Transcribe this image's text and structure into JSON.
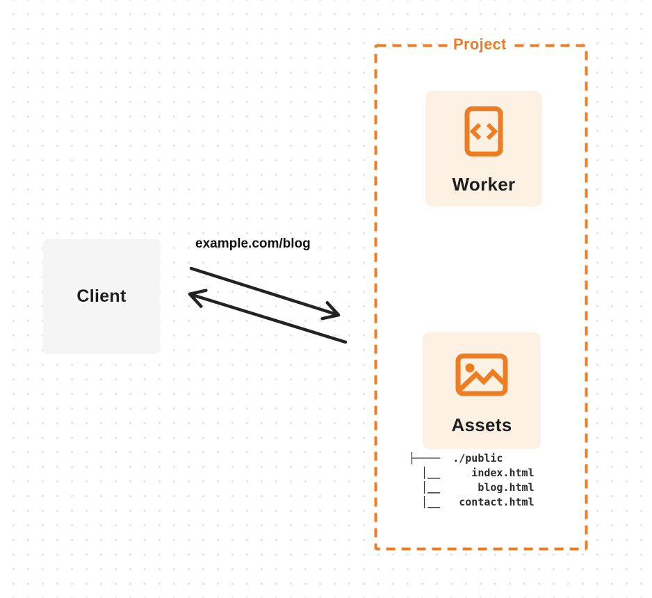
{
  "colors": {
    "accent_orange": "#ED7C23",
    "card_bg": "#FCF1E3",
    "client_bg": "#F5F5F6",
    "text_dark": "#1F1F1F",
    "arrow": "#232323",
    "dot_grid": "#E4E4E4"
  },
  "client": {
    "label": "Client"
  },
  "request": {
    "url_label": "example.com/blog"
  },
  "project": {
    "label": "Project",
    "worker": {
      "label": "Worker",
      "icon": "code-brackets-document-icon"
    },
    "assets": {
      "label": "Assets",
      "icon": "image-icon",
      "file_tree": {
        "root": "./public",
        "files": [
          "index.html",
          "blog.html",
          "contact.html"
        ],
        "ascii": "├────  ./public\n  │__     index.html\n  │__      blog.html\n  │__   contact.html"
      }
    }
  }
}
